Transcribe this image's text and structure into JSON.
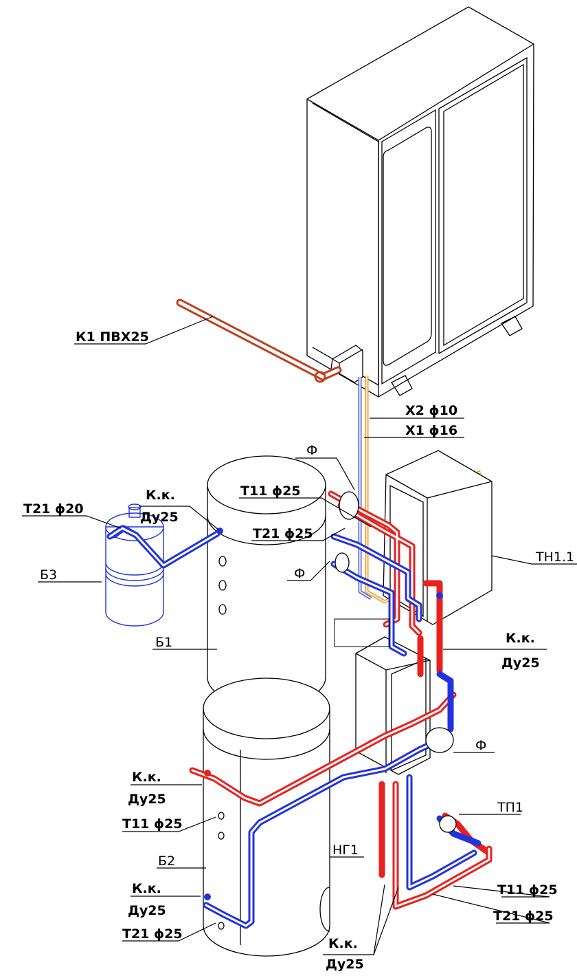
{
  "labels": {
    "k1_pvh25": "К1 ПВХ25",
    "x2_d10": "Х2 ϕ10",
    "x1_d16": "Х1 ϕ16",
    "f_top": "Ф",
    "t11_d25_top": "Т11 ϕ25",
    "t21_d20": "Т21 ϕ20",
    "kk_top_left": "К.к.",
    "dy25_top_left": "Ду25",
    "t21_d25_mid": "Т21 ϕ25",
    "f_mid": "Ф",
    "b3": "Б3",
    "th11": "ТН1.1",
    "kk_right": "К.к.",
    "dy25_right": "Ду25",
    "b1": "Б1",
    "f_right": "Ф",
    "kk_left_mid": "К.к.",
    "dy25_left_mid": "Ду25",
    "t11_d25_left": "Т11 ϕ25",
    "tp1": "ТП1",
    "b2": "Б2",
    "ng1": "НГ1",
    "kk_left_low": "К.к.",
    "dy25_left_low": "Ду25",
    "t21_d25_left": "Т21 ϕ25",
    "t11_d25_right": "Т11 ϕ25",
    "t21_d25_right": "Т21 ϕ25",
    "kk_bottom": "К.к.",
    "dy25_bottom": "Ду25"
  },
  "colors": {
    "supply_pipe": "#e8211e",
    "return_pipe": "#2233dd",
    "drain_pipe": "#c0401e",
    "freon_liquid": "#f39a21",
    "freon_gas": "#5a6ad8",
    "equipment_outline": "#000000"
  }
}
